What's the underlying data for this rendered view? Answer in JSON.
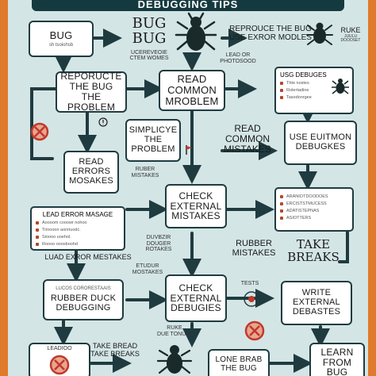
{
  "title": "DEBUGGING TIPS",
  "nodes": {
    "bug": {
      "label": "BUG",
      "sub": "sh  tsoiohsb"
    },
    "bug_bug": {
      "label": "BUG BUG",
      "sub": "UCEREVEOIE\nCTEM WOMES"
    },
    "reproduce_use": {
      "label": "REPROUCE THE BUG\nUSE EXROR MODLES"
    },
    "ruke": {
      "label": "RUKE",
      "sub": "JUULU\nDOOOSET"
    },
    "lead_photos": {
      "label": "LEAD OR\nPHOTOSOOD"
    },
    "reproduce": {
      "label": "REPORUCTE\nTHE BUG\nTHE PROBLEM"
    },
    "read_common": {
      "label": "READ\nCOMMON\nMROBLEM"
    },
    "use_debugges_list": {
      "title": "USG DEBUGES",
      "items": [
        "Thte nostes",
        "Rotertadine",
        "Tasodonrgee"
      ]
    },
    "simplify": {
      "label": "SIMPLICYE\nTHE\nPROBLEM"
    },
    "read_mistakes": {
      "label": "READ\nCOMMON\nMISTAKES"
    },
    "use_common": {
      "label": "USE EUITMON\nDEBUGKES"
    },
    "read_errors": {
      "label": "READ\nERRORS\nMOSAKES"
    },
    "rubber_small": {
      "label": "RUBER\nMISTAKES"
    },
    "check_external": {
      "label": "CHECK\nEXTERNAL\nMISTAKES"
    },
    "right_list": {
      "items": [
        "ARANIOTDOODOES",
        "ERCISTSTMUCESS",
        "ADATISTEPNAS",
        "ASIOTTERS"
      ]
    },
    "lead_error_list": {
      "title": "LEAD ERROR MASAGE",
      "items": [
        "Aoooom cooowr nohoo",
        "Trinooon aonriuodc.",
        "Sioooo uoehol.",
        "Roooo ooosboohd"
      ]
    },
    "dunbir": {
      "label": "DUVBZIR\nDOUGER\nROTAKES"
    },
    "rubber_mistakes": {
      "label": "RUBBER\nMISTAKES"
    },
    "take_breaks": {
      "label": "TAKE\nBREAKS"
    },
    "lead_exror": {
      "label": "LUAD EXROR MESTAKES"
    },
    "etudur": {
      "label": "ETUDUR\nMOSTAKES"
    },
    "tests": {
      "label": "TESTS"
    },
    "rubber_duck": {
      "label": "RUBBER DUCK\nDEBUGGING",
      "sub": "LUCOS CORORESTAAIS"
    },
    "check_debugies": {
      "label": "CHECK\nEXTERNAL\nDEBUGIES"
    },
    "write_external": {
      "label": "WRITE\nEXTERNAL\nDEBASTES"
    },
    "leader": {
      "label": "LEADIOO"
    },
    "take_breaks_bottom": {
      "label": "TAKE BREAD\nTAKE BREAKS"
    },
    "ruke_bottom": {
      "label": "RUKE\nDUE TONULL"
    },
    "lone_bug": {
      "label": "LONE BRAB\nTHE BUG"
    },
    "learn_bug": {
      "label": "LEARN\nFROM\nBUG"
    }
  },
  "icons": [
    "bug-icon",
    "bug-icon-small",
    "bug-icon-bottom",
    "warning-icon",
    "forbidden-icon",
    "target-icon",
    "flag-icon"
  ],
  "colors": {
    "frame": "#e07a2c",
    "background": "#d4e5e6",
    "arrow": "#1f3b40",
    "bug": "#1a2a2a",
    "alert": "#c0392b"
  }
}
